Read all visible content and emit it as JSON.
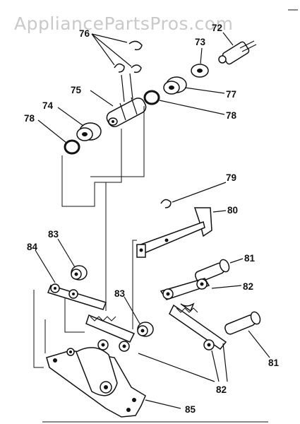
{
  "watermark": "AppliancePartsPros.com",
  "callouts": {
    "c72": "72",
    "c73": "73",
    "c74": "74",
    "c75": "75",
    "c76": "76",
    "c77": "77",
    "c78a": "78",
    "c78b": "78",
    "c79": "79",
    "c80": "80",
    "c81a": "81",
    "c81b": "81",
    "c82a": "82",
    "c82b": "82",
    "c83a": "83",
    "c83b": "83",
    "c84": "84",
    "c85": "85"
  },
  "colors": {
    "ink": "#111111",
    "watermark": "#c9c9c9",
    "background": "#ffffff"
  }
}
